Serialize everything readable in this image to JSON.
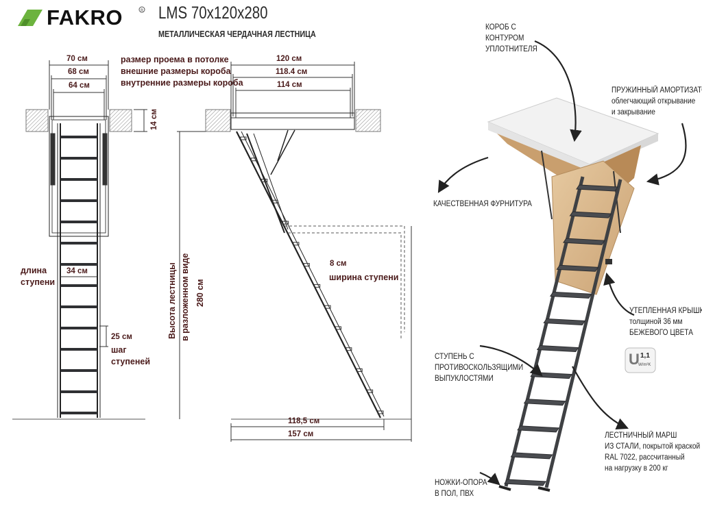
{
  "header": {
    "brand": "FAKRO",
    "title": "LMS 70x120x280",
    "subtitle": "МЕТАЛЛИЧЕСКАЯ ЧЕРДАЧНАЯ ЛЕСТНИЦА"
  },
  "front_view": {
    "dim_70": "70  см",
    "dim_68": "68 см",
    "dim_64": "64 см",
    "dim_14": "14 см",
    "dim_34": "34 см",
    "dim_25": "25 см",
    "step_length_label": [
      "длина",
      "ступени"
    ],
    "step_pitch_label": [
      "шаг",
      "ступеней"
    ]
  },
  "legend": [
    "размер проема в потолке",
    "внешние размеры короба",
    "внутренние размеры короба"
  ],
  "side_view": {
    "dim_120": "120  см",
    "dim_1184": "118.4 см",
    "dim_114": "114 см",
    "dim_8": "8 см",
    "step_width_label": "ширина ступени",
    "height_label_1": "Высота лестницы",
    "height_label_2": "в разложенном виде",
    "height_value": "280  см",
    "dim_1185": "118,5  см",
    "dim_157": "157  см"
  },
  "photo_annotations": {
    "box": [
      "КОРОБ С",
      "КОНТУРОМ",
      "УПЛОТНИТЕЛЯ"
    ],
    "spring": [
      "ПРУЖИННЫЙ АМОРТИЗАТОР",
      "облегчающий открывание",
      "и закрывание"
    ],
    "hardware": [
      "КАЧЕСТВЕННАЯ ФУРНИТУРА"
    ],
    "lid": [
      "УТЕПЛЕННАЯ КРЫШКА",
      "толщиной 36 мм",
      "БЕЖЕВОГО ЦВЕТА"
    ],
    "step": [
      "СТУПЕНЬ С",
      "ПРОТИВОСКОЛЬЗЯЩИМИ",
      "ВЫПУКЛОСТЯМИ"
    ],
    "flight": [
      "ЛЕСТНИЧНЫЙ МАРШ",
      "ИЗ СТАЛИ, покрытой краской",
      "RAL 7022, рассчитанный",
      "на нагрузку в 200 кг"
    ],
    "feet": [
      "НОЖКИ-ОПОРА",
      "В ПОЛ, ПВХ"
    ]
  },
  "u_badge": {
    "letter": "U",
    "value": "1,1",
    "unit": "W/m²K"
  },
  "colors": {
    "logo_green": "#6cb33e",
    "dim_text": "#4a1a1a",
    "steel": "#45474a",
    "wood": "#d9b98f"
  }
}
